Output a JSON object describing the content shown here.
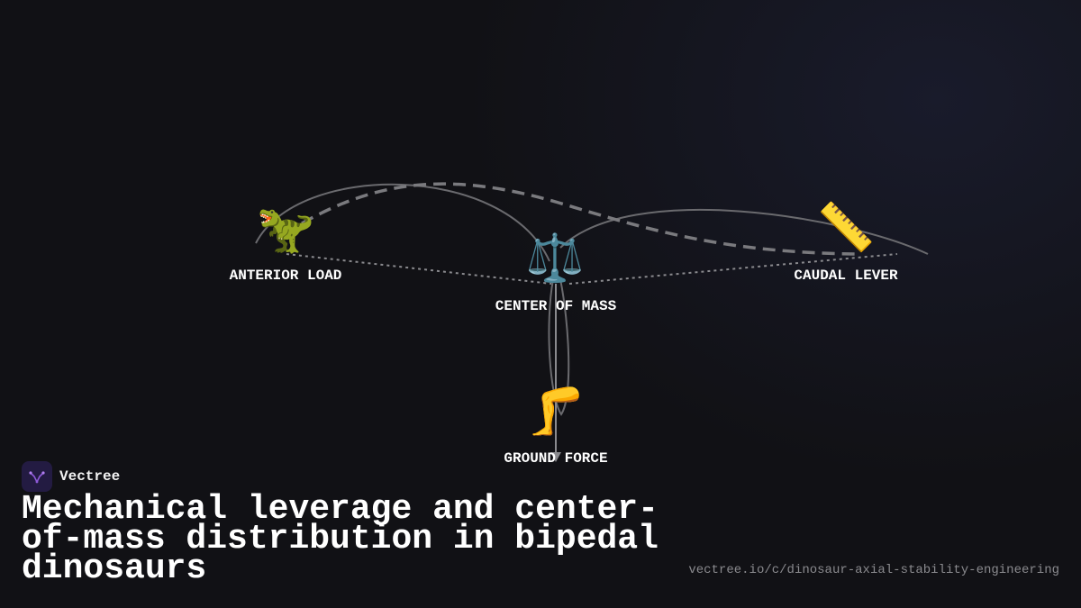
{
  "diagram": {
    "nodes": [
      {
        "id": "anterior-load",
        "label": "ANTERIOR LOAD",
        "icon": "dinosaur-icon",
        "glyph": "🦖"
      },
      {
        "id": "center-of-mass",
        "label": "CENTER OF MASS",
        "icon": "balance-scale-icon",
        "glyph": "⚖️"
      },
      {
        "id": "caudal-lever",
        "label": "CAUDAL LEVER",
        "icon": "ruler-icon",
        "glyph": "📏"
      },
      {
        "id": "ground-force",
        "label": "GROUND FORCE",
        "icon": "leg-icon",
        "glyph": "🦵"
      }
    ],
    "connections": [
      {
        "from": "anterior-load",
        "to": "center-of-mass",
        "style": "dotted"
      },
      {
        "from": "center-of-mass",
        "to": "caudal-lever",
        "style": "dotted"
      },
      {
        "from": "anterior-load",
        "to": "caudal-lever",
        "style": "dashed"
      },
      {
        "from": "center-of-mass",
        "to": "ground-force",
        "style": "arrow"
      }
    ]
  },
  "brand": {
    "name": "Vectree",
    "logo_icon": "vectree-logo-icon",
    "accent": "#8e5ad8"
  },
  "title": "Mechanical leverage and center-of-mass distribution in bipedal dinosaurs",
  "url": "vectree.io/c/dinosaur-axial-stability-engineering"
}
